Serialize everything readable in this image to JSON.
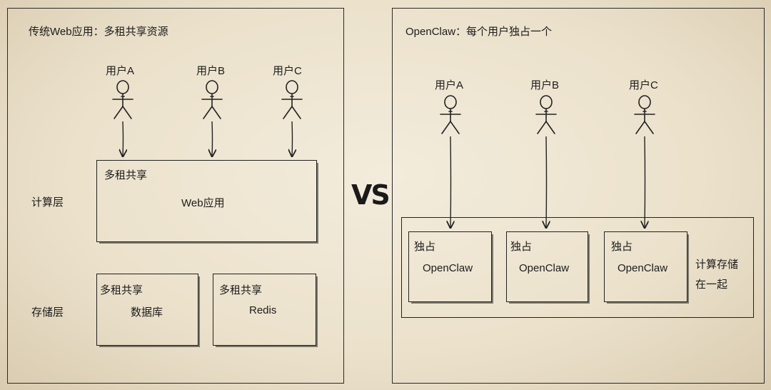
{
  "left": {
    "title": "传统Web应用：多租共享资源",
    "users": [
      {
        "label": "用户A"
      },
      {
        "label": "用户B"
      },
      {
        "label": "用户C"
      }
    ],
    "compute_layer": {
      "label": "计算层",
      "box_tag": "多租共享",
      "box_text": "Web应用"
    },
    "storage_layer": {
      "label": "存储层",
      "db": {
        "tag": "多租共享",
        "text": "数据库"
      },
      "redis": {
        "tag": "多租共享",
        "text": "Redis"
      }
    }
  },
  "vs_label": "VS",
  "right": {
    "title": "OpenClaw：每个用户独占一个",
    "users": [
      {
        "label": "用户A"
      },
      {
        "label": "用户B"
      },
      {
        "label": "用户C"
      }
    ],
    "instances": [
      {
        "tag": "独占",
        "text": "OpenClaw"
      },
      {
        "tag": "独占",
        "text": "OpenClaw"
      },
      {
        "tag": "独占",
        "text": "OpenClaw"
      }
    ],
    "side_note_line1": "计算存储",
    "side_note_line2": "在一起"
  }
}
